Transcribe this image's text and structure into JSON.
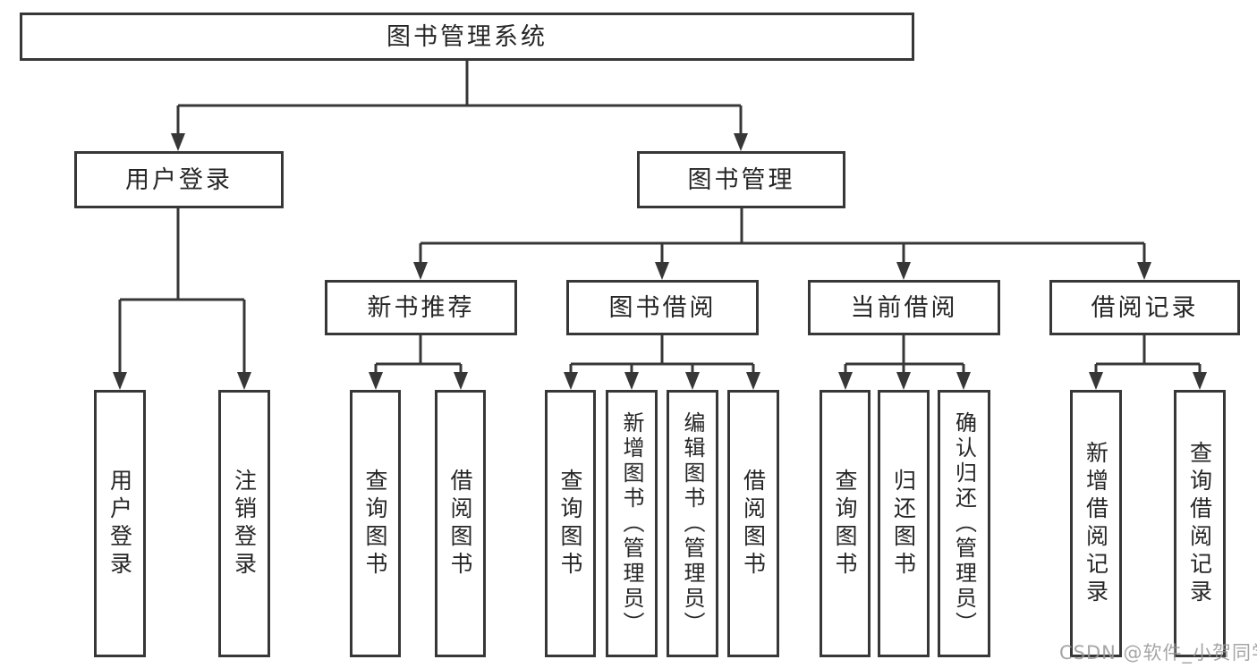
{
  "diagram": {
    "title": "图书管理系统",
    "root": {
      "label": "图书管理系统"
    },
    "level2": {
      "user_login": {
        "label": "用户登录"
      },
      "book_management": {
        "label": "图书管理"
      }
    },
    "level3": {
      "new_book_recommend": {
        "label": "新书推荐"
      },
      "book_borrow": {
        "label": "图书借阅"
      },
      "current_borrow": {
        "label": "当前借阅"
      },
      "borrow_records": {
        "label": "借阅记录"
      }
    },
    "leaves": {
      "user_login": [
        "用户登录",
        "注销登录"
      ],
      "new_book_recommend": [
        "查询图书",
        "借阅图书"
      ],
      "book_borrow": [
        "查询图书",
        "新增图书（管理员）",
        "编辑图书（管理员）",
        "借阅图书"
      ],
      "current_borrow": [
        "查询图书",
        "归还图书",
        "确认归还（管理员）"
      ],
      "borrow_records": [
        "新增借阅记录",
        "查询借阅记录"
      ]
    }
  },
  "watermark": {
    "text": "CSDN @软件_小贺同学"
  },
  "colors": {
    "line": "#373737",
    "text": "#262626",
    "background": "#ffffff",
    "watermark": "#969696"
  }
}
